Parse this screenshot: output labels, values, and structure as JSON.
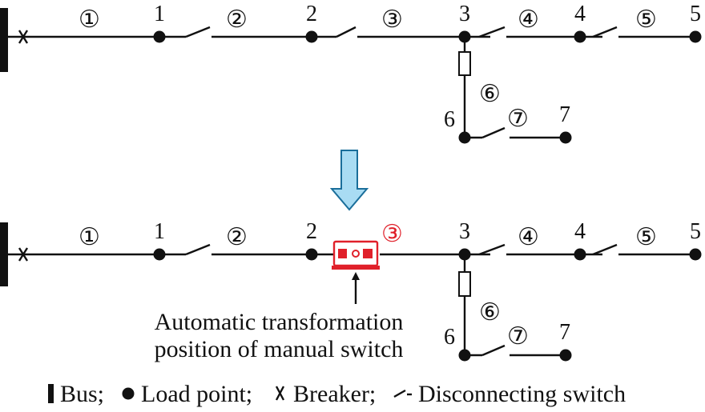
{
  "top": {
    "segments": [
      "①",
      "②",
      "③",
      "④",
      "⑤",
      "⑥",
      "⑦"
    ],
    "nodes": [
      "1",
      "2",
      "3",
      "4",
      "5",
      "6",
      "7"
    ]
  },
  "bottom": {
    "segments": [
      "①",
      "②",
      "③",
      "④",
      "⑤",
      "⑥",
      "⑦"
    ],
    "nodes": [
      "1",
      "2",
      "3",
      "4",
      "5",
      "6",
      "7"
    ],
    "annotation_line1": "Automatic transformation",
    "annotation_line2": "position of manual switch"
  },
  "legend": {
    "bus": "Bus;",
    "load_point": "Load point;",
    "breaker": "Breaker;",
    "disconnecting_switch": "Disconnecting switch"
  },
  "colors": {
    "highlight": "#e0202a",
    "arrow_fill": "#a9dcf3",
    "arrow_stroke": "#1a6e9a",
    "line": "#111111"
  },
  "icons": {
    "bus": "bus-bar-icon",
    "load_point": "load-point-icon",
    "breaker": "breaker-icon",
    "switch": "disconnecting-switch-icon",
    "resistor": "resistor-icon",
    "automatic_switch": "automatic-switch-icon"
  }
}
